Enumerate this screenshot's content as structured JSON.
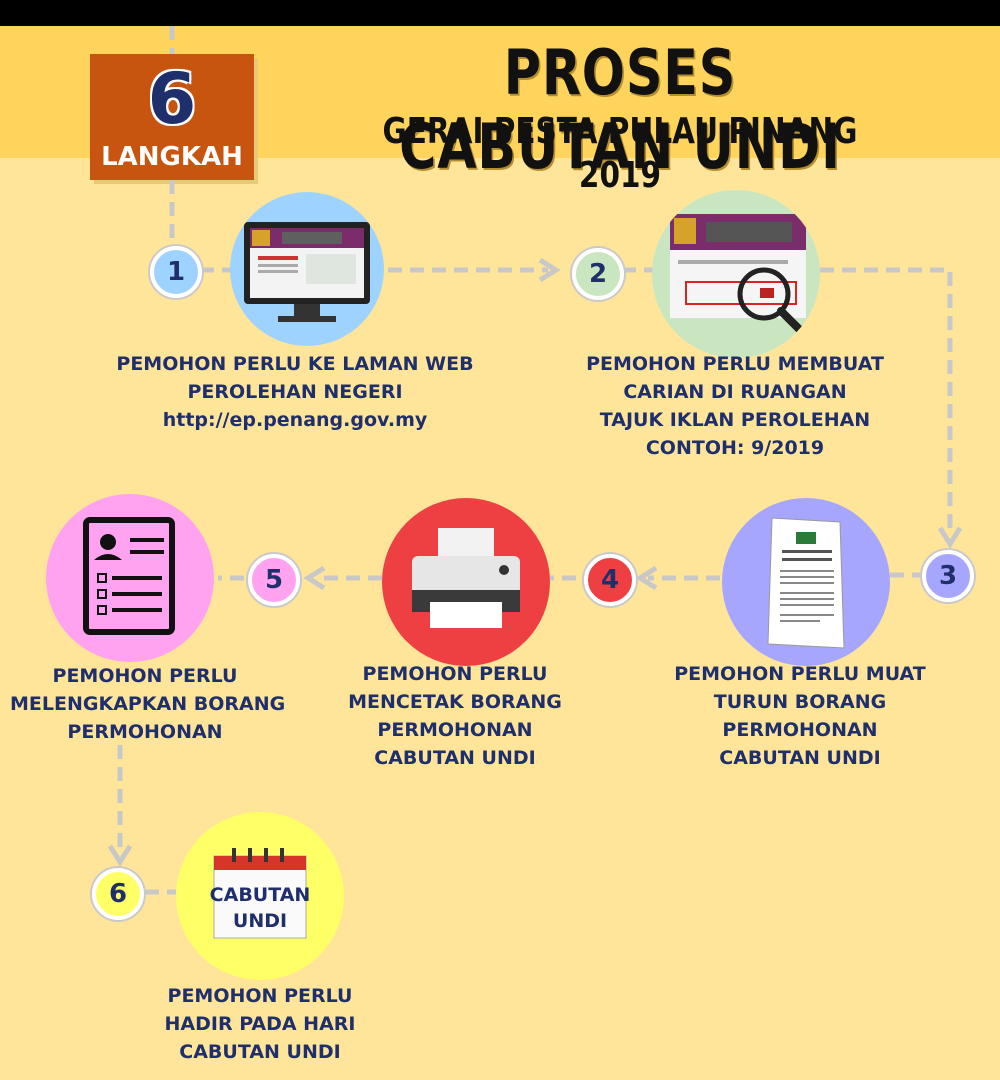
{
  "header": {
    "title": "PROSES CABUTAN UNDI",
    "subtitle": "GERAI PESTA PULAU PINANG 2019",
    "badge_number": "6",
    "badge_label": "LANGKAH"
  },
  "steps": [
    {
      "number": "1",
      "lines": [
        "PEMOHON PERLU KE LAMAN WEB",
        "PEROLEHAN NEGERI",
        "http://ep.penang.gov.my"
      ],
      "icon": "monitor-icon",
      "color": "#9fd3ff"
    },
    {
      "number": "2",
      "lines": [
        "PEMOHON PERLU MEMBUAT",
        "CARIAN DI RUANGAN",
        "TAJUK IKLAN PEROLEHAN",
        "CONTOH: 9/2019"
      ],
      "icon": "search-screen-icon",
      "color": "#c9e6c0"
    },
    {
      "number": "3",
      "lines": [
        "PEMOHON PERLU MUAT",
        "TURUN BORANG",
        "PERMOHONAN",
        "CABUTAN UNDI"
      ],
      "icon": "document-icon",
      "color": "#a6a6ff"
    },
    {
      "number": "4",
      "lines": [
        "PEMOHON PERLU",
        "MENCETAK BORANG",
        "PERMOHONAN",
        "CABUTAN UNDI"
      ],
      "icon": "printer-icon",
      "color": "#ee3f43"
    },
    {
      "number": "5",
      "lines": [
        "PEMOHON PERLU",
        "MELENGKAPKAN BORANG",
        "PERMOHONAN"
      ],
      "icon": "form-icon",
      "color": "#ffa3f0"
    },
    {
      "number": "6",
      "lines": [
        "PEMOHON PERLU",
        "HADIR PADA HARI",
        "CABUTAN UNDI"
      ],
      "icon": "calendar-icon",
      "color": "#ffff66"
    }
  ],
  "calendar": {
    "line1": "CABUTAN",
    "line2": "UNDI"
  },
  "colors": {
    "navy": "#1f2f6b",
    "badge": "#c8550f",
    "header_band": "#ffd45c",
    "background": "#ffe59a",
    "connector": "#c8c8c8"
  }
}
